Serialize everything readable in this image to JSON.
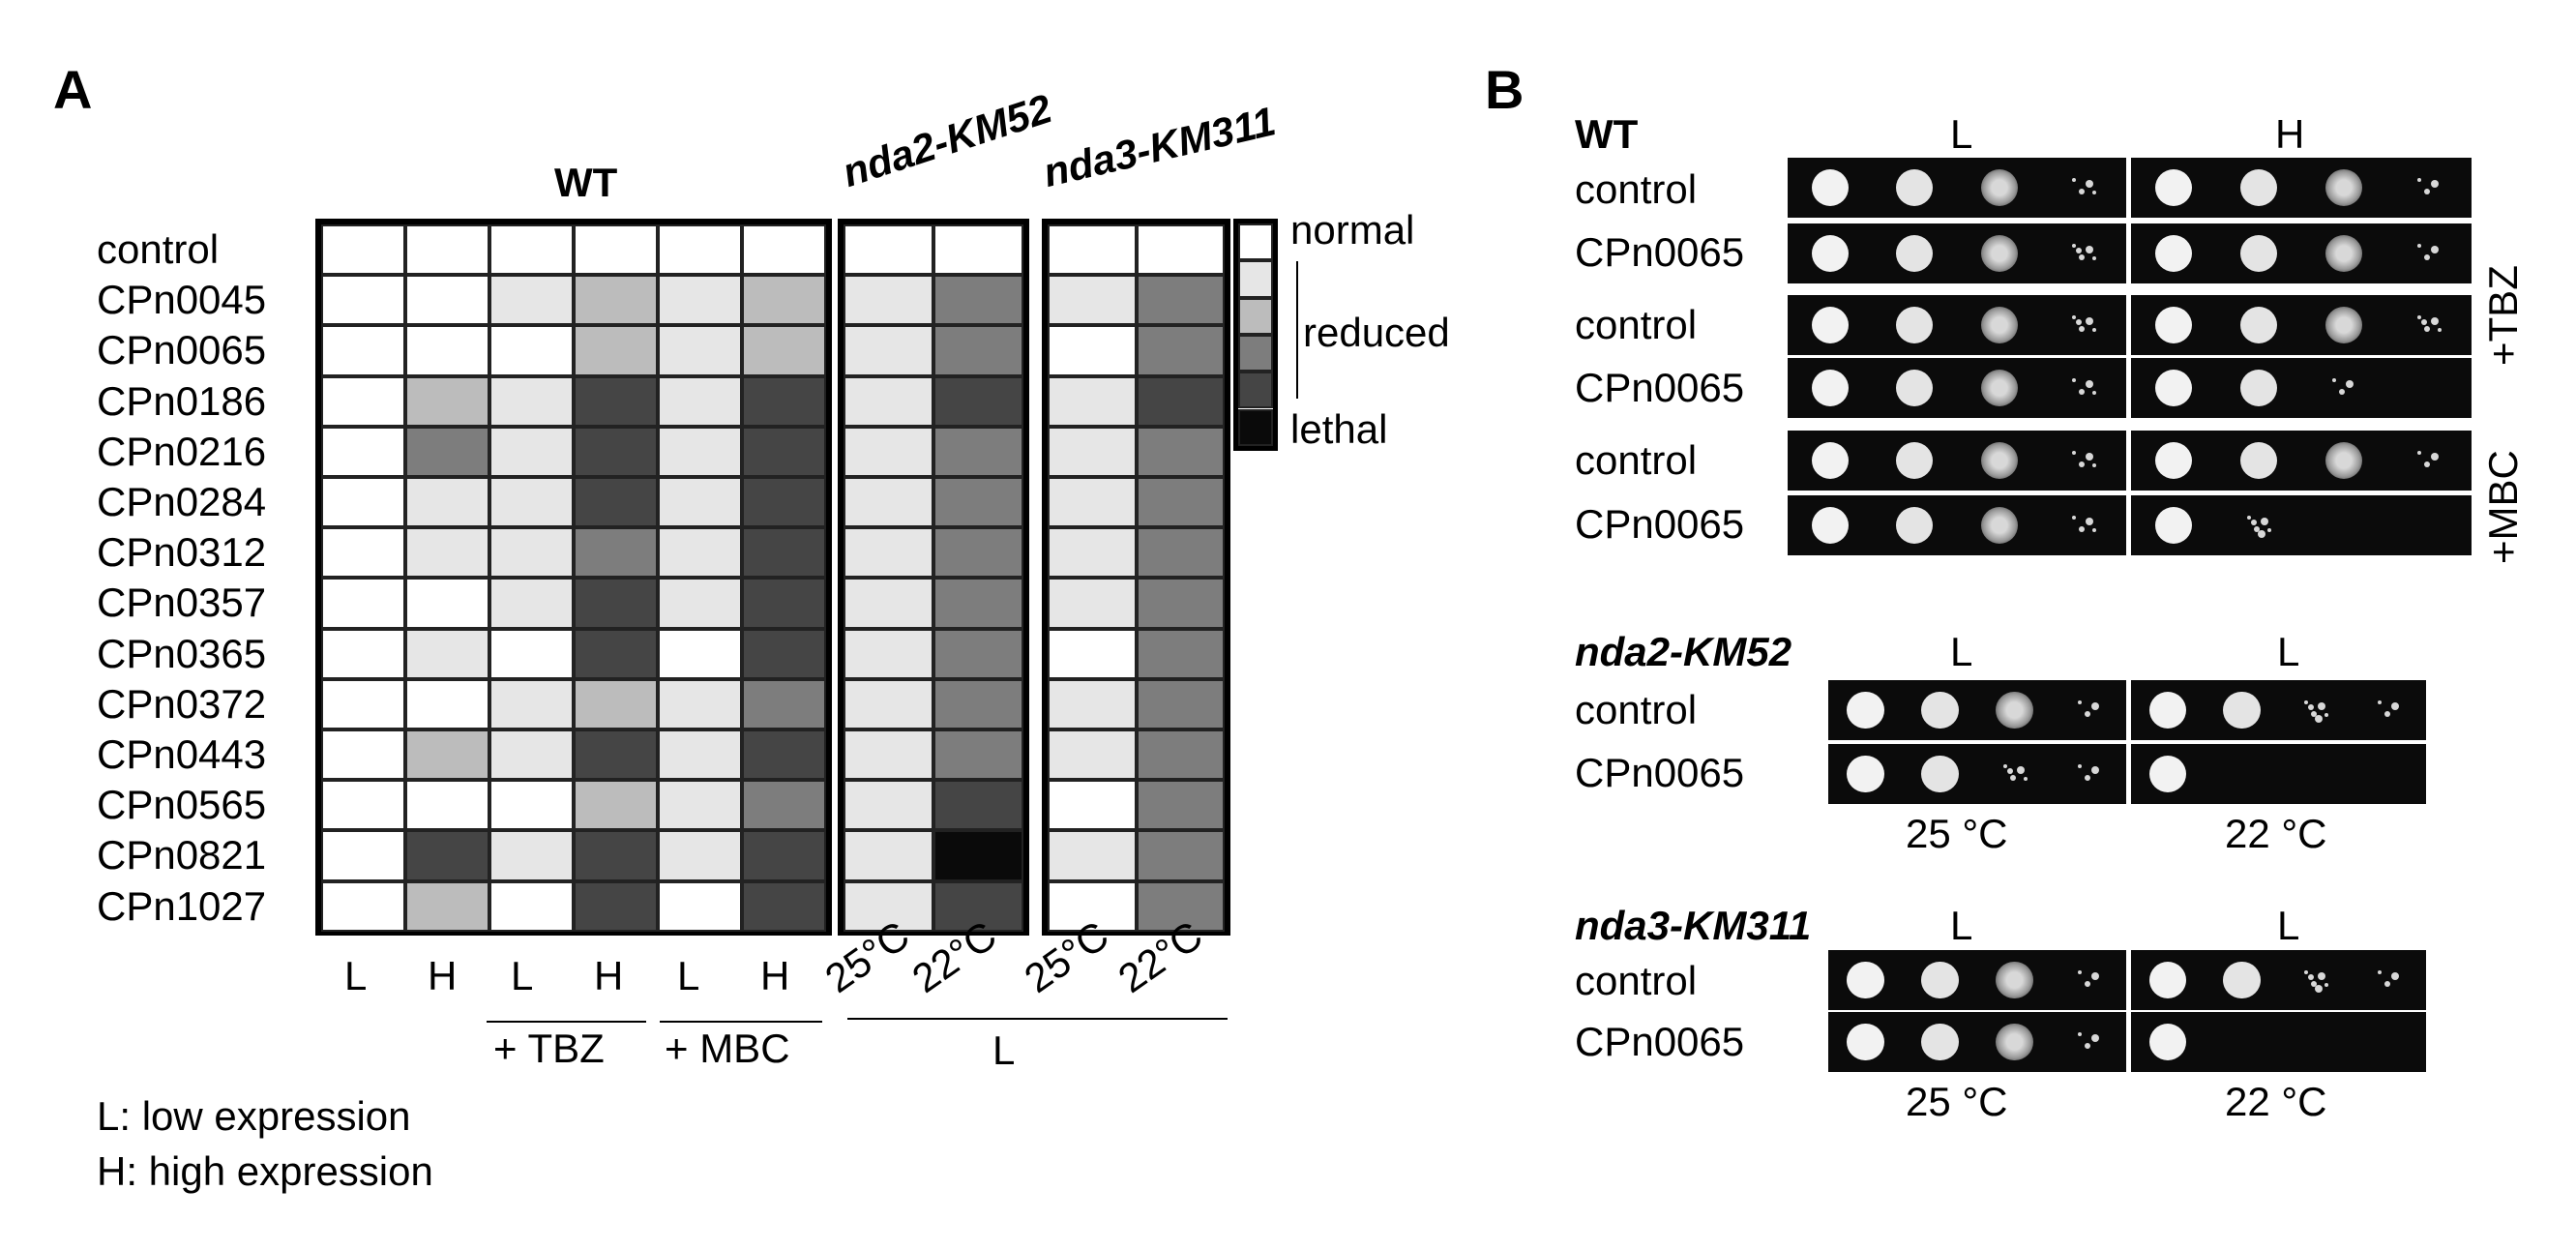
{
  "panelA": {
    "letter": "A",
    "group_titles": {
      "wt": "WT",
      "nda2": "nda2-KM52",
      "nda3": "nda3-KM311"
    },
    "row_labels": [
      "control",
      "CPn0045",
      "CPn0065",
      "CPn0186",
      "CPn0216",
      "CPn0284",
      "CPn0312",
      "CPn0357",
      "CPn0365",
      "CPn0372",
      "CPn0443",
      "CPn0565",
      "CPn0821",
      "CPn1027"
    ],
    "wt_col_labels": [
      "L",
      "H",
      "L",
      "H",
      "L",
      "H"
    ],
    "temp_col_labels": [
      "25°C",
      "22°C",
      "25°C",
      "22°C"
    ],
    "drug_labels": [
      "+ TBZ",
      "+ MBC"
    ],
    "bottom_group_label": "L",
    "legend": {
      "normal": "normal",
      "reduced": "reduced",
      "lethal": "lethal"
    },
    "legend_colors": [
      "#ffffff",
      "#e6e6e6",
      "#bcbcbc",
      "#7d7d7d",
      "#454545",
      "#0a0a0a"
    ],
    "footnotes": [
      "L: low expression",
      "H: high expression"
    ],
    "heatmap_levels": {
      "wt": [
        [
          0,
          0,
          0,
          0,
          0,
          0
        ],
        [
          0,
          0,
          1,
          2,
          1,
          2
        ],
        [
          0,
          0,
          0,
          2,
          1,
          2
        ],
        [
          0,
          2,
          1,
          4,
          1,
          4
        ],
        [
          0,
          3,
          1,
          4,
          1,
          4
        ],
        [
          0,
          1,
          1,
          4,
          1,
          4
        ],
        [
          0,
          1,
          1,
          3,
          1,
          4
        ],
        [
          0,
          0,
          1,
          4,
          1,
          4
        ],
        [
          0,
          1,
          0,
          4,
          0,
          4
        ],
        [
          0,
          0,
          1,
          2,
          1,
          3
        ],
        [
          0,
          2,
          1,
          4,
          1,
          4
        ],
        [
          0,
          0,
          0,
          2,
          1,
          3
        ],
        [
          0,
          4,
          1,
          4,
          1,
          4
        ],
        [
          0,
          2,
          0,
          4,
          0,
          4
        ]
      ],
      "nda2": [
        [
          0,
          0
        ],
        [
          1,
          3
        ],
        [
          1,
          3
        ],
        [
          1,
          4
        ],
        [
          1,
          3
        ],
        [
          1,
          3
        ],
        [
          1,
          3
        ],
        [
          1,
          3
        ],
        [
          1,
          3
        ],
        [
          1,
          3
        ],
        [
          1,
          3
        ],
        [
          1,
          4
        ],
        [
          1,
          5
        ],
        [
          1,
          4
        ]
      ],
      "nda3": [
        [
          0,
          0
        ],
        [
          1,
          3
        ],
        [
          0,
          3
        ],
        [
          1,
          4
        ],
        [
          1,
          3
        ],
        [
          1,
          3
        ],
        [
          1,
          3
        ],
        [
          1,
          3
        ],
        [
          0,
          3
        ],
        [
          1,
          3
        ],
        [
          1,
          3
        ],
        [
          0,
          3
        ],
        [
          1,
          3
        ],
        [
          0,
          3
        ]
      ]
    }
  },
  "panelB": {
    "letter": "B",
    "wt": {
      "title": "WT",
      "col_headers": [
        "L",
        "H"
      ],
      "row_labels": [
        "control",
        "CPn0065",
        "control",
        "CPn0065",
        "control",
        "CPn0065"
      ],
      "side_labels": [
        "+TBZ",
        "+MBC"
      ]
    },
    "nda2": {
      "title": "nda2-KM52",
      "col_headers": [
        "L",
        "L"
      ],
      "row_labels": [
        "control",
        "CPn0065"
      ],
      "temps": [
        "25 °C",
        "22 °C"
      ]
    },
    "nda3": {
      "title": "nda3-KM311",
      "col_headers": [
        "L",
        "L"
      ],
      "row_labels": [
        "control",
        "CPn0065"
      ],
      "temps": [
        "25 °C",
        "22 °C"
      ]
    }
  }
}
